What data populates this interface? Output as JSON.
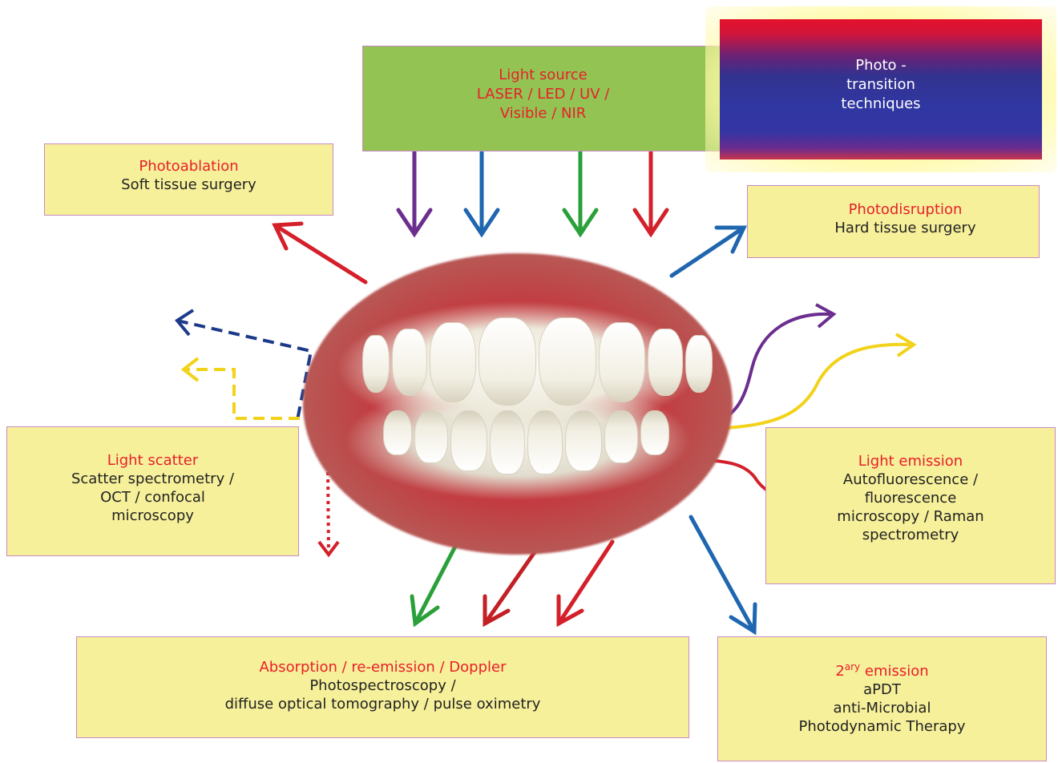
{
  "light_source": {
    "title": "Light source",
    "line1": "LASER / LED / UV /",
    "line2": "Visible / NIR"
  },
  "photo_transition": {
    "line1": "Photo -",
    "line2": "transition",
    "line3": "techniques"
  },
  "photoablation": {
    "title": "Photoablation",
    "desc": "Soft tissue surgery"
  },
  "photodisruption": {
    "title": "Photodisruption",
    "desc": "Hard tissue surgery"
  },
  "light_scatter": {
    "title": "Light scatter",
    "line1": "Scatter spectrometry /",
    "line2": "OCT / confocal",
    "line3": "microscopy"
  },
  "light_emission": {
    "title": "Light emission",
    "line1": "Autofluorescence /",
    "line2": "fluorescence",
    "line3": "microscopy / Raman",
    "line4": "spectrometry"
  },
  "absorption": {
    "title": "Absorption / re-emission / Doppler",
    "line1": "Photospectroscopy /",
    "line2": "diffuse optical tomography / pulse oximetry"
  },
  "secondary_emission": {
    "title_main": "2",
    "title_sup": "ary",
    "title_rest": " emission",
    "line1": "aPDT",
    "line2": "anti-Microbial",
    "line3": "Photodynamic Therapy"
  },
  "colors": {
    "title_red": "#e8202a",
    "box_yellow": "#f6f09a",
    "source_green": "#92c353",
    "arrow_purple": "#6b2e8f",
    "arrow_blue": "#1f66b0",
    "arrow_green": "#2aa03a",
    "arrow_red": "#d4202a",
    "arrow_navy": "#1d3a8a",
    "arrow_yellow": "#f2d21a"
  }
}
